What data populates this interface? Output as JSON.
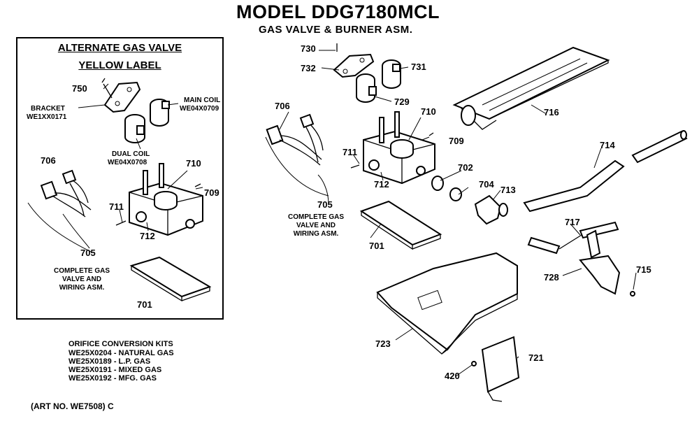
{
  "header": {
    "title": "MODEL DDG7180MCL",
    "subtitle": "GAS VALVE & BURNER ASM."
  },
  "inset": {
    "title_line1": "ALTERNATE GAS VALVE",
    "title_line2": "YELLOW LABEL",
    "bracket_label": "BRACKET",
    "bracket_part": "WE1XX0171",
    "main_coil_label": "MAIN COIL",
    "main_coil_part": "WE04X0709",
    "dual_coil_label": "DUAL COIL",
    "dual_coil_part": "WE04X0708",
    "complete_line1": "COMPLETE GAS",
    "complete_line2": "VALVE AND",
    "complete_line3": "WIRING ASM.",
    "callouts": {
      "n750": "750",
      "n706": "706",
      "n710": "710",
      "n709": "709",
      "n711": "711",
      "n712": "712",
      "n705": "705",
      "n701": "701"
    }
  },
  "main": {
    "complete_line1": "COMPLETE GAS",
    "complete_line2": "VALVE AND",
    "complete_line3": "WIRING ASM.",
    "callouts": {
      "n730": "730",
      "n732": "732",
      "n731": "731",
      "n729": "729",
      "n716": "716",
      "n706": "706",
      "n710": "710",
      "n709": "709",
      "n711": "711",
      "n712": "712",
      "n702": "702",
      "n704": "704",
      "n713": "713",
      "n714": "714",
      "n705": "705",
      "n701": "701",
      "n717": "717",
      "n728": "728",
      "n715": "715",
      "n723": "723",
      "n721": "721",
      "n420": "420"
    }
  },
  "orifice": {
    "heading": "ORIFICE CONVERSION KITS",
    "items": [
      "WE25X0204 - NATURAL GAS",
      "WE25X0189 - L.P. GAS",
      "WE25X0191 - MIXED GAS",
      "WE25X0192 - MFG. GAS"
    ]
  },
  "art_no": "(ART NO. WE7508) C"
}
